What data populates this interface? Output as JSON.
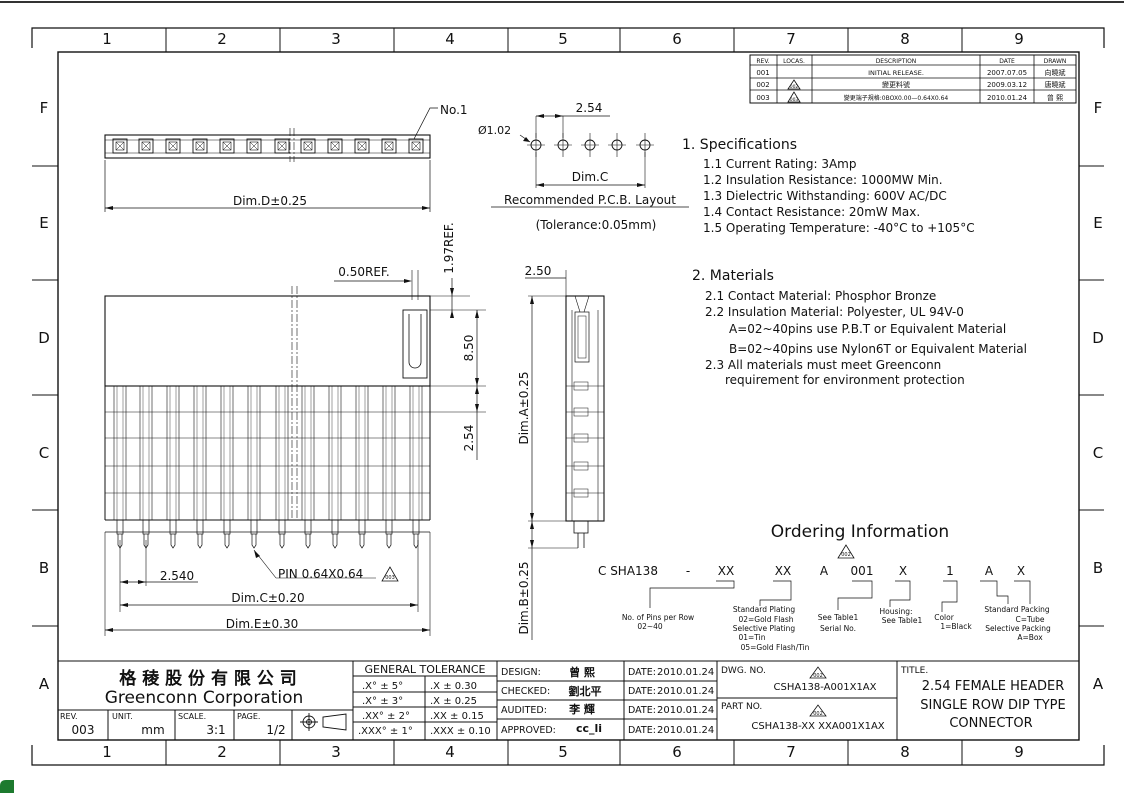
{
  "zones": {
    "columns": [
      "1",
      "2",
      "3",
      "4",
      "5",
      "6",
      "7",
      "8",
      "9"
    ],
    "rows": [
      "F",
      "E",
      "D",
      "C",
      "B",
      "A"
    ]
  },
  "revision_table": {
    "headers": [
      "REV.",
      "LOCAS.",
      "DESCRIPTION",
      "DATE",
      "DRAWN"
    ],
    "rows": [
      {
        "rev": "001",
        "loc": "",
        "desc": "INITIAL RELEASE.",
        "date": "2007.07.05",
        "drawn": "向曉斌"
      },
      {
        "rev": "002",
        "loc": "002",
        "desc": "變更料號",
        "date": "2009.03.12",
        "drawn": "唐曉斌"
      },
      {
        "rev": "003",
        "loc": "003",
        "desc": "變更端子規格:0BOX0.00—0.64X0.64",
        "date": "2010.01.24",
        "drawn": "曾 熙"
      }
    ]
  },
  "drawing": {
    "no1_label": "No.1",
    "dim_d": "Dim.D±0.25",
    "pcb_hole": "Ø1.02",
    "pcb_pitch": "2.54",
    "pcb_dim_c": "Dim.C",
    "pcb_title": "Recommended P.C.B. Layout",
    "pcb_tolerance": "(Tolerance:0.05mm)",
    "ref_050": "0.50REF.",
    "ref_197": "1.97REF.",
    "dim_850": "8.50",
    "dim_254_side": "2.54",
    "dim_250": "2.50",
    "dim_a": "Dim.A±0.25",
    "dim_b": "Dim.B±0.25",
    "dim_2540": "2.540",
    "pin_label": "PIN 0.64X0.64",
    "pin_rev": "003",
    "dim_c": "Dim.C±0.20",
    "dim_e": "Dim.E±0.30"
  },
  "specifications": {
    "title": "1.  Specifications",
    "items": [
      "1.1  Current Rating:   3Amp",
      "1.2  Insulation Resistance:  1000MW Min.",
      "1.3  Dielectric Withstanding:   600V AC/DC",
      "1.4  Contact Resistance:   20mW Max.",
      "1.5  Operating Temperature:  -40°C  to  +105°C"
    ]
  },
  "materials": {
    "title": "2.  Materials",
    "items": [
      "2.1  Contact Material: Phosphor Bronze",
      "2.2  Insulation Material: Polyester, UL 94V-0",
      "A=02~40pins  use  P.B.T  or  Equivalent  Material",
      "B=02~40pins  use  Nylon6T  or  Equivalent  Material",
      "2.3  All materials must meet Greenconn",
      "requirement  for  environment  protection"
    ]
  },
  "ordering": {
    "title": "Ordering  Information",
    "rev_tag": "002",
    "parts": [
      "C SHA138",
      "-",
      "XX",
      "XX",
      "A",
      "001",
      "X",
      "1",
      "A",
      "X"
    ],
    "notes": {
      "pins": [
        "No. of Pins per Row",
        "02~40"
      ],
      "plating": [
        "Standard Plating",
        "02=Gold Flash",
        "Selective Plating",
        "01=Tin",
        "05=Gold Flash/Tin"
      ],
      "table1": [
        "See Table1",
        "Serial No."
      ],
      "housing": [
        "Housing:",
        "See Table1"
      ],
      "color": [
        "Color",
        "1=Black"
      ],
      "packing": [
        "Standard Packing",
        "C=Tube",
        "Selective Packing",
        "A=Box"
      ]
    }
  },
  "title_block": {
    "company_cn": "格 稜 股 份 有 限 公 司",
    "company_en": "Greenconn  Corporation",
    "rev_label": "REV.",
    "rev_value": "003",
    "unit_label": "UNIT.",
    "unit_value": "mm",
    "scale_label": "SCALE.",
    "scale_value": "3:1",
    "page_label": "PAGE.",
    "page_value": "1/2",
    "tolerance_title": "GENERAL  TOLERANCE",
    "tolerances": [
      [
        ".X° ± 5°",
        ".X    ± 0.30"
      ],
      [
        ".X° ± 3°",
        ".X    ± 0.25"
      ],
      [
        ".XX° ± 2°",
        ".XX   ± 0.15"
      ],
      [
        ".XXX° ± 1°",
        ".XXX  ± 0.10"
      ]
    ],
    "roles": [
      {
        "label": "DESIGN:",
        "name": "曾  熙",
        "date_label": "DATE:",
        "date": "2010.01.24"
      },
      {
        "label": "CHECKED:",
        "name": "劉北平",
        "date_label": "DATE:",
        "date": "2010.01.24"
      },
      {
        "label": "AUDITED:",
        "name": "李  輝",
        "date_label": "DATE:",
        "date": "2010.01.24"
      },
      {
        "label": "APPROVED:",
        "name": "cc_li",
        "date_label": "DATE:",
        "date": "2010.01.24"
      }
    ],
    "dwg_label": "DWG. NO.",
    "dwg_rev": "002",
    "dwg_no": "CSHA138-A001X1AX",
    "part_label": "PART NO.",
    "part_rev": "002",
    "part_no": "CSHA138-XX  XXA001X1AX",
    "title_label": "TITLE.",
    "title_lines": [
      "2.54  FEMALE HEADER",
      "SINGLE ROW DIP TYPE",
      "CONNECTOR"
    ]
  }
}
